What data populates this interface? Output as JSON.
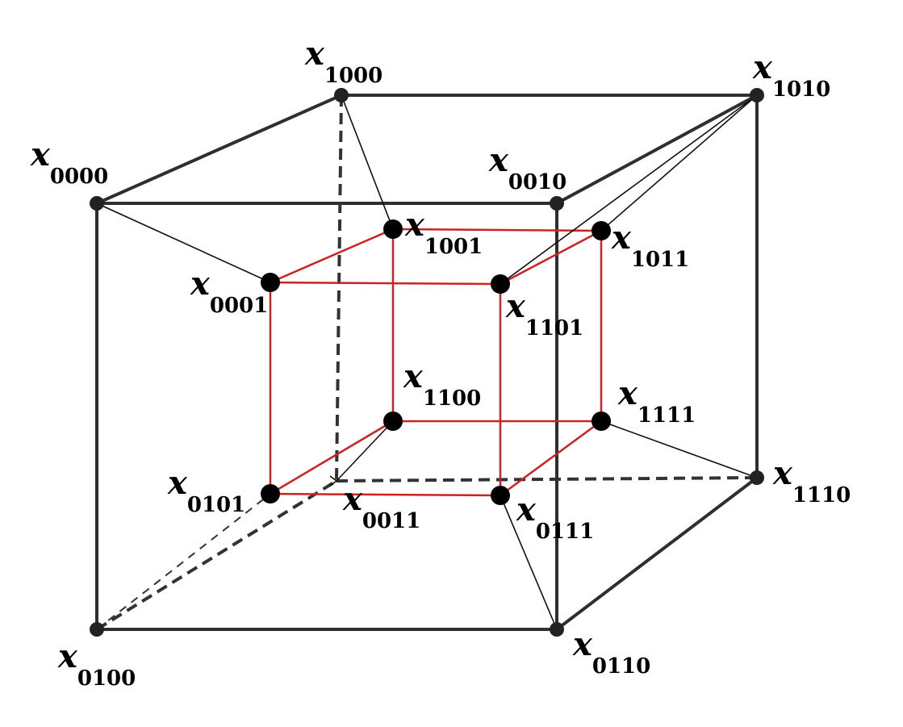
{
  "diagram": {
    "variable_symbol": "x",
    "vertex_codes": [
      "0000",
      "1000",
      "0010",
      "1010",
      "0100",
      "0110",
      "1110",
      "0001",
      "1001",
      "1101",
      "1011",
      "1100",
      "1111",
      "0101",
      "0011",
      "0111"
    ],
    "colors": {
      "outer_cube": "#2e2e2e",
      "inner_cube": "#cc2222",
      "vertex": "#000000"
    }
  }
}
